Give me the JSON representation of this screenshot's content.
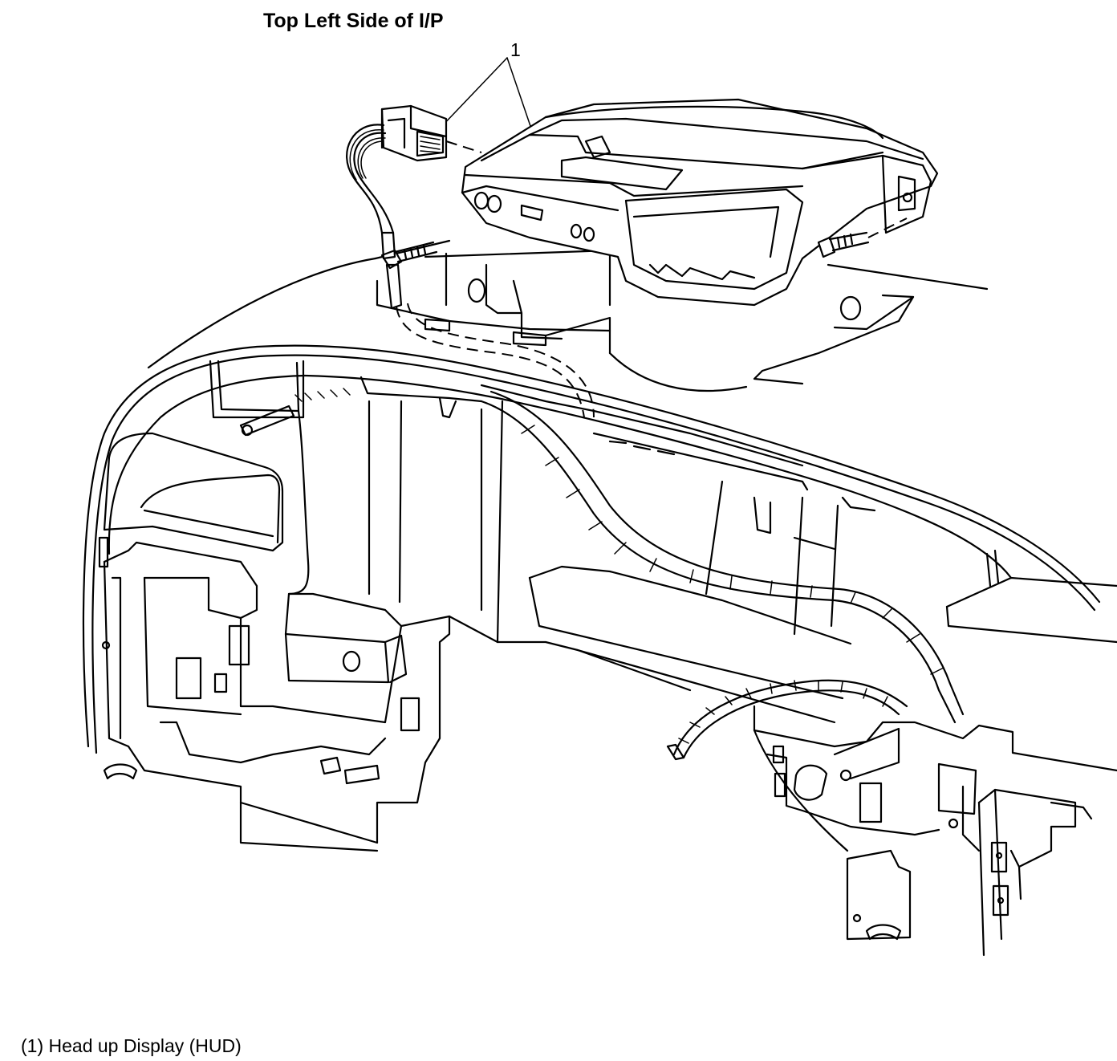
{
  "diagram": {
    "title": "Top Left Side of I/P",
    "callout_number": "1",
    "caption": "(1) Head up Display (HUD)"
  }
}
